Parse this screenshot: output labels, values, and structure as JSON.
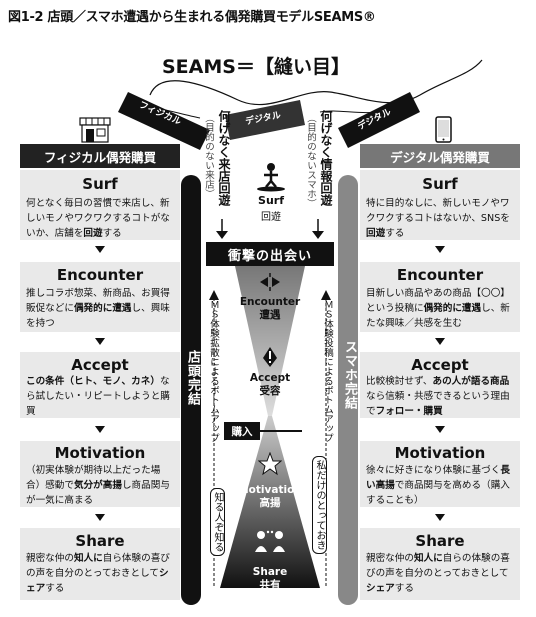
{
  "figure_title": "図1-2 店頭／スマホ遭遇から生まれる偶発購買モデルSEAMS®",
  "main_title": "SEAMS＝【縫い目】",
  "ribbon": {
    "physical": "フィジカル",
    "digital_center": "デジタル",
    "digital": "デジタル"
  },
  "left_column": {
    "header": "フィジカル偶発購買",
    "stages": [
      {
        "name": "Surf",
        "desc_html": "何となく毎日の習慣で来店し、新しいモノやワクワクするコトがないか、店舗を<b>回遊</b>する"
      },
      {
        "name": "Encounter",
        "desc_html": "推しコラボ惣菜、新商品、お買得販促などに<b>偶発的に遭遇</b>し、興味を持つ"
      },
      {
        "name": "Accept",
        "desc_html": "<b>この条件（ヒト、モノ、カネ）</b>なら試したい・リピートしようと購買"
      },
      {
        "name": "Motivation",
        "desc_html": "（初実体験が期待以上だった場合）感動で<b>気分が高揚</b>し商品関与が一気に高まる"
      },
      {
        "name": "Share",
        "desc_html": "親密な仲の<b>知人に</b>自ら体験の喜びの声を自分のとっておきとして<b>シェア</b>する"
      }
    ]
  },
  "right_column": {
    "header": "デジタル偶発購買",
    "stages": [
      {
        "name": "Surf",
        "desc_html": "特に目的なしに、新しいモノやワクワクするコトはないか、SNSを<b>回遊</b>する"
      },
      {
        "name": "Encounter",
        "desc_html": "目新しい商品やあの商品【〇〇】という投稿に<b>偶発的に遭遇</b>し、新たな興味／共感を生む"
      },
      {
        "name": "Accept",
        "desc_html": "比較検討せず、<b>あの人が語る商品</b>なら信頼・共感できるという理由で<b>フォロー・購買</b>"
      },
      {
        "name": "Motivation",
        "desc_html": "徐々に好きになり体験に基づく<b>長い高揚</b>で商品関与を高める（購入することも）"
      },
      {
        "name": "Share",
        "desc_html": "親密な仲の<b>知人に</b>自らの体験の喜びの声を自分のとっておきとして<b>シェア</b>する"
      }
    ]
  },
  "center": {
    "left_roam_bold": "何げなく来店回遊",
    "left_roam_paren": "（目的のない来店）",
    "right_roam_bold": "何げなく情報回遊",
    "right_roam_paren": "（目的のないスマホ）",
    "surf_icon_label": "Surf",
    "surf_sub": "回遊",
    "encounter_banner": "衝撃の出会い",
    "left_vertical_bar": "店頭完結",
    "right_vertical_bar": "スマホ完結",
    "left_bottomup": "ＭＳ体験拡散によるボトムアップ",
    "right_bottomup": "ＭＳ体験投稿によるボトムアップ",
    "left_knower": "知る人ぞ知る",
    "right_secret": "私だけのとっておき",
    "purchase": "購入",
    "funnel": [
      {
        "en": "Encounter",
        "jp": "遭遇"
      },
      {
        "en": "Accept",
        "jp": "受容"
      },
      {
        "en": "Motivation",
        "jp": "高揚"
      },
      {
        "en": "Share",
        "jp": "共有"
      }
    ]
  }
}
